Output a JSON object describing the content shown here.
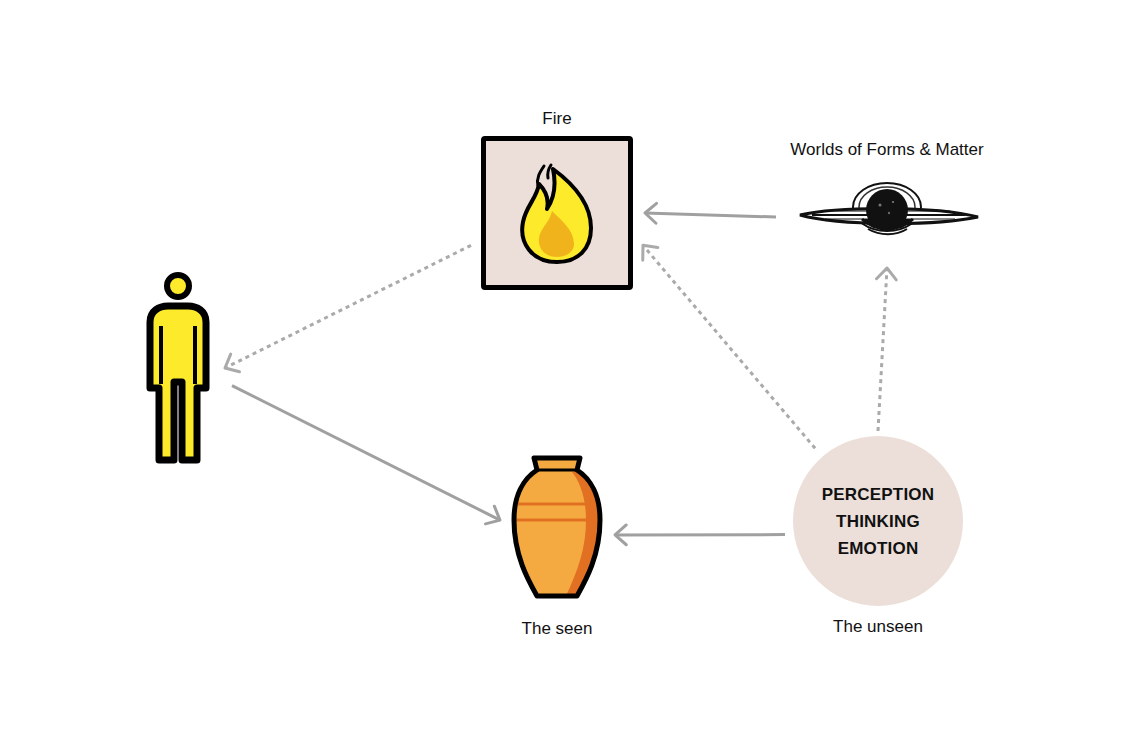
{
  "diagram": {
    "nodes": [
      {
        "text": [
          "Fire"
        ]
      },
      {
        "text": [
          "Worlds of Forms & Matter"
        ]
      },
      {
        "text": []
      },
      {
        "text": [
          "The seen"
        ]
      },
      {
        "text": [
          "PERCEPTION THINKING EMOTION",
          "The unseen"
        ]
      }
    ],
    "edges": [
      {
        "from": 1,
        "to": 0,
        "arrow": "to"
      },
      {
        "from": 0,
        "to": 2,
        "arrow": "to"
      },
      {
        "from": 2,
        "to": 3,
        "arrow": "to"
      },
      {
        "from": 4,
        "to": 0,
        "arrow": "to"
      },
      {
        "from": 4,
        "to": 1,
        "arrow": "to"
      },
      {
        "from": 4,
        "to": 3,
        "arrow": "to"
      }
    ]
  }
}
